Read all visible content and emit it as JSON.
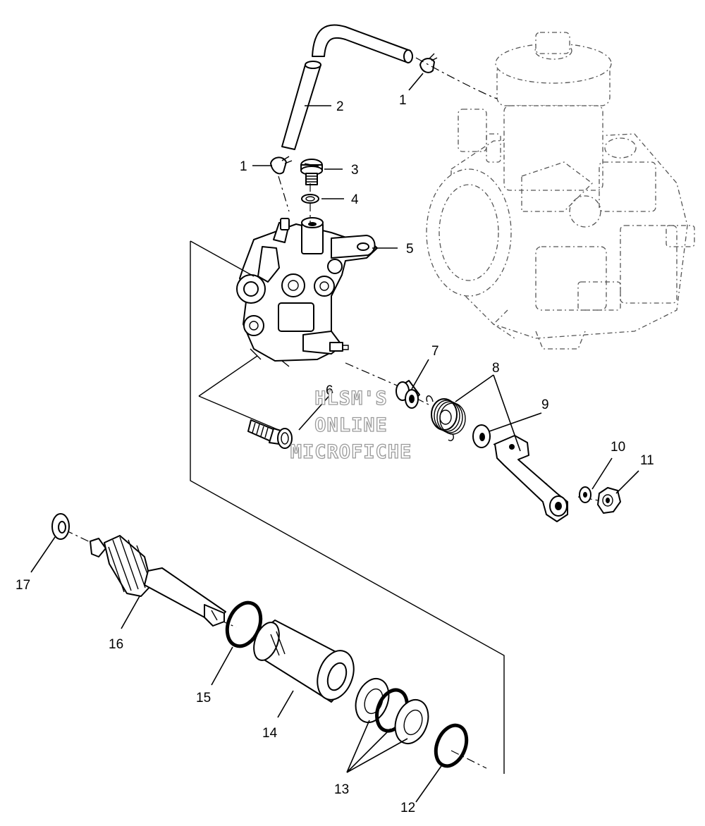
{
  "callouts": [
    {
      "id": "c1a",
      "text": "1"
    },
    {
      "id": "c1b",
      "text": "1"
    },
    {
      "id": "c2",
      "text": "2"
    },
    {
      "id": "c3",
      "text": "3"
    },
    {
      "id": "c4",
      "text": "4"
    },
    {
      "id": "c5",
      "text": "5"
    },
    {
      "id": "c6",
      "text": "6"
    },
    {
      "id": "c7",
      "text": "7"
    },
    {
      "id": "c8",
      "text": "8"
    },
    {
      "id": "c9",
      "text": "9"
    },
    {
      "id": "c10",
      "text": "10"
    },
    {
      "id": "c11",
      "text": "11"
    },
    {
      "id": "c12",
      "text": "12"
    },
    {
      "id": "c13",
      "text": "13"
    },
    {
      "id": "c14",
      "text": "14"
    },
    {
      "id": "c15",
      "text": "15"
    },
    {
      "id": "c16",
      "text": "16"
    },
    {
      "id": "c17",
      "text": "17"
    }
  ],
  "watermark": {
    "line1": "HLSM'S",
    "line2": "ONLINE",
    "line3": "MICROFICHE"
  }
}
